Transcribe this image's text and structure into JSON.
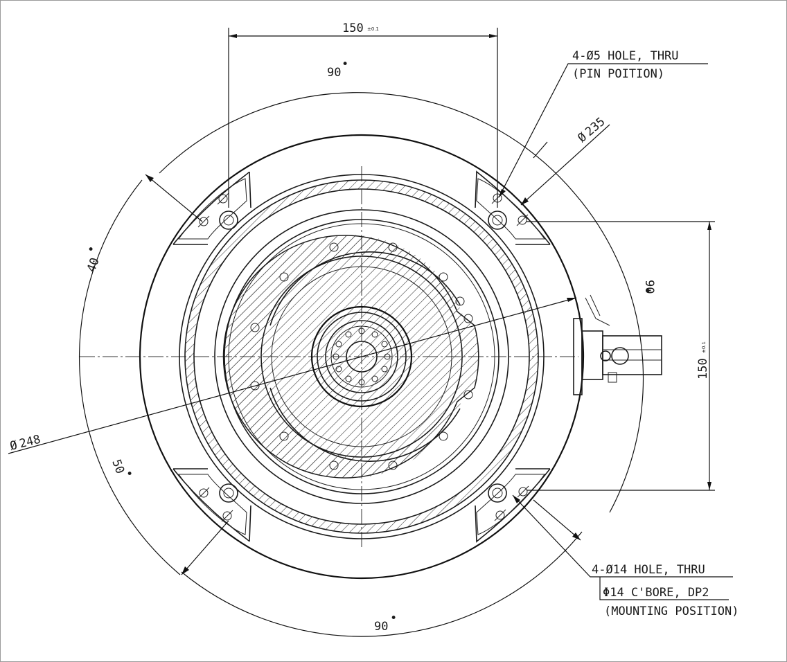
{
  "dimensions": {
    "top_width": "150",
    "top_width_tol": "±0.1",
    "right_height": "150",
    "right_height_tol": "±0.1",
    "top_angle": "90",
    "bottom_angle": "90",
    "right_angle": "90",
    "left_upper_angle": "40",
    "left_lower_angle": "50",
    "degree_mark": "•",
    "diam_235": "235",
    "diam_248": "248",
    "diam_symbol": "Ø"
  },
  "notes": {
    "pin_hole_line1": "4-Ø5 HOLE, THRU",
    "pin_hole_line2": "(PIN POITION)",
    "mount_line1": "4-Ø14 HOLE, THRU",
    "mount_line2": "Φ14 C'BORE, DP2",
    "mount_line3": "(MOUNTING POSITION)"
  }
}
